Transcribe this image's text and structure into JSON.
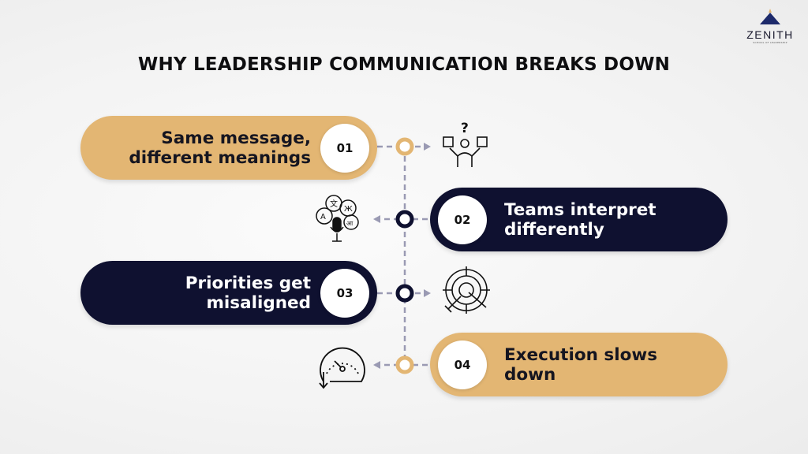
{
  "logo": {
    "name": "ZENITH",
    "tagline": "SCHOOL OF LEADERSHIP"
  },
  "title": "WHY LEADERSHIP COMMUNICATION BREAKS DOWN",
  "colors": {
    "gold": "#e3b673",
    "navy": "#0f1130",
    "connector": "#9a9ab3"
  },
  "steps": [
    {
      "number": "01",
      "line1": "Same message,",
      "line2": "different meanings",
      "style": "gold",
      "icon": "confused-person-boxes-icon"
    },
    {
      "number": "02",
      "line1": "Teams interpret",
      "line2": "differently",
      "style": "navy",
      "icon": "multilingual-speech-microphone-icon"
    },
    {
      "number": "03",
      "line1": "Priorities get",
      "line2": "misaligned",
      "style": "navy",
      "icon": "target-wrench-plug-icon"
    },
    {
      "number": "04",
      "line1": "Execution slows",
      "line2": "down",
      "style": "gold",
      "icon": "speedometer-down-arrow-icon"
    }
  ]
}
